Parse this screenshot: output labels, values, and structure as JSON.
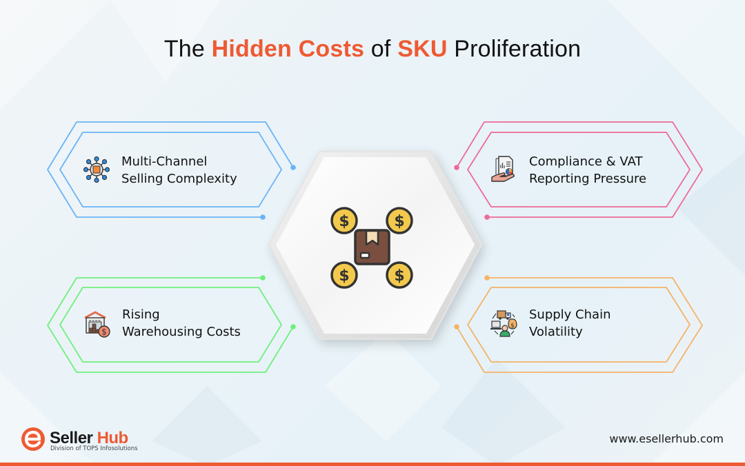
{
  "title": {
    "part1": "The ",
    "highlight1": "Hidden Costs",
    "part2": " of ",
    "highlight2": "SKU",
    "part3": " Proliferation"
  },
  "colors": {
    "accent": "#ee5a33",
    "blue": "#6ab4f5",
    "pink": "#ee6a97",
    "green": "#6ef07c",
    "orange": "#f5b366",
    "text": "#111111"
  },
  "center": {
    "icon": "box-with-coins-icon"
  },
  "cards": [
    {
      "id": "multi-channel",
      "line1": "Multi-Channel",
      "line2": "Selling Complexity",
      "icon": "network-box-icon",
      "color": "#6ab4f5",
      "position": "top-left"
    },
    {
      "id": "compliance",
      "line1": "Compliance & VAT",
      "line2": "Reporting Pressure",
      "icon": "document-hand-icon",
      "color": "#ee6a97",
      "position": "top-right"
    },
    {
      "id": "warehousing",
      "line1": "Rising",
      "line2": "Warehousing Costs",
      "icon": "warehouse-dollar-icon",
      "color": "#6ef07c",
      "position": "bottom-left"
    },
    {
      "id": "supply-chain",
      "line1": "Supply Chain",
      "line2": "Volatility",
      "icon": "supply-cycle-icon",
      "color": "#f5b366",
      "position": "bottom-right"
    }
  ],
  "footer": {
    "logo_seller": "Seller",
    "logo_hub": "Hub",
    "logo_sub": "Division of TOPS Infosolutions",
    "website": "www.esellerhub.com"
  }
}
